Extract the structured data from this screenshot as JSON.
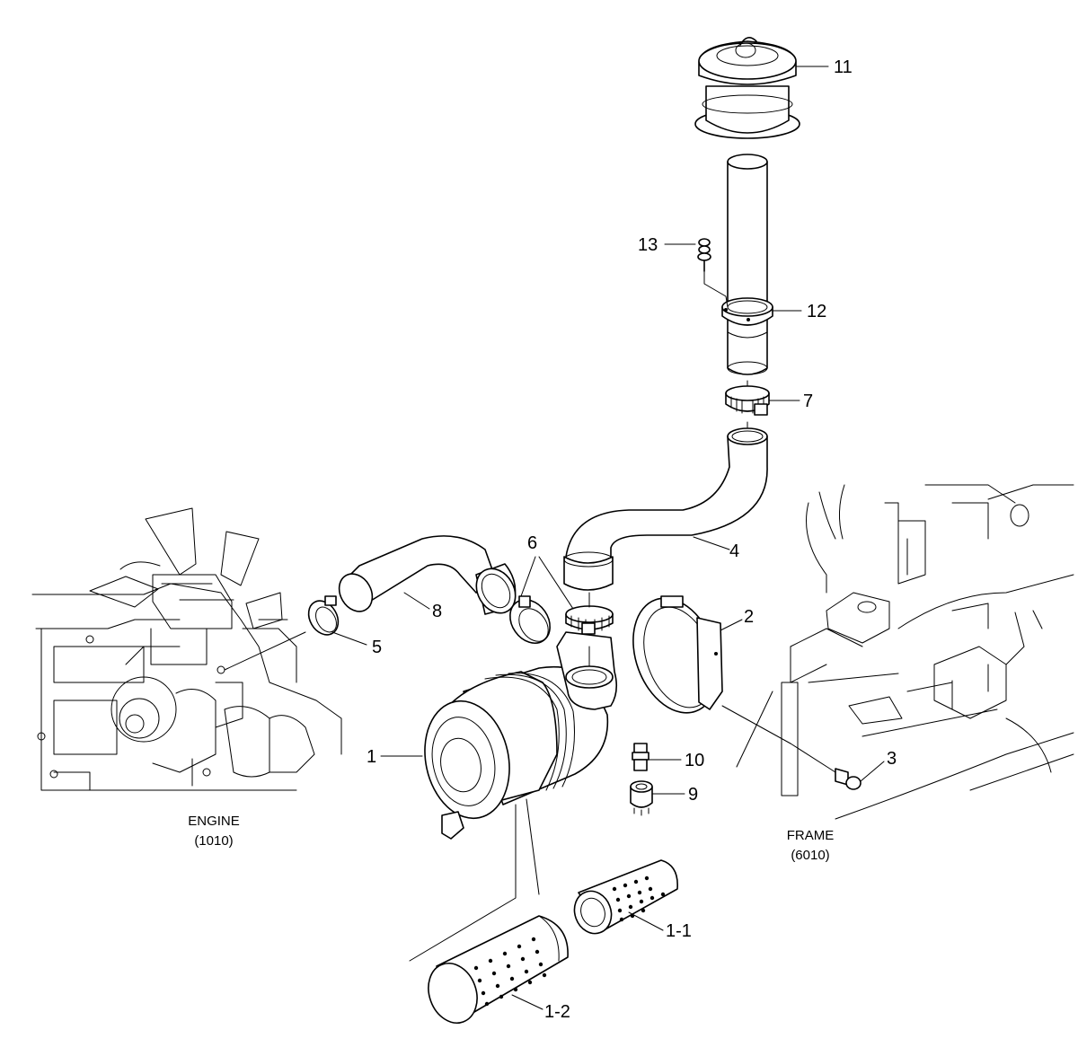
{
  "callouts": {
    "p1": "1",
    "p1_1": "1-1",
    "p1_2": "1-2",
    "p2": "2",
    "p3": "3",
    "p4": "4",
    "p5": "5",
    "p6": "6",
    "p7": "7",
    "p8": "8",
    "p9": "9",
    "p10": "10",
    "p11": "11",
    "p12": "12",
    "p13": "13"
  },
  "captions": {
    "engine_name": "ENGINE",
    "engine_ref": "(1010)",
    "frame_name": "FRAME",
    "frame_ref": "(6010)"
  }
}
